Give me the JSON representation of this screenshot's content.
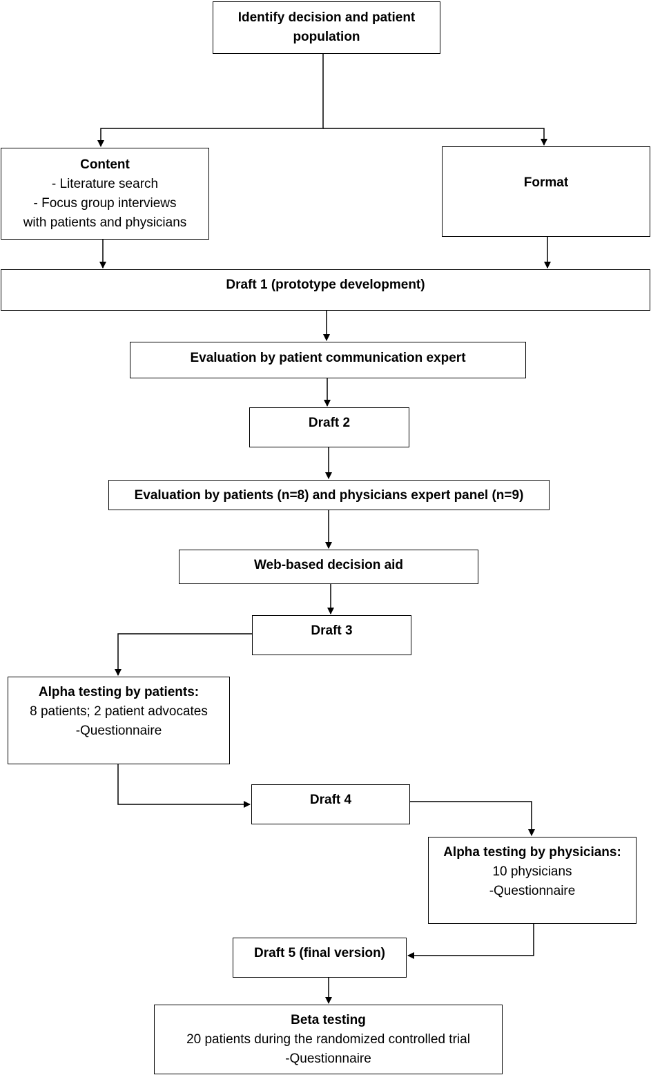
{
  "diagram": {
    "nodes": [
      {
        "id": "identify",
        "title": [
          "Identify decision and patient",
          "population"
        ],
        "lines": []
      },
      {
        "id": "content",
        "title": [
          "Content"
        ],
        "lines": [
          "- Literature search",
          "- Focus group interviews",
          "with patients and physicians"
        ]
      },
      {
        "id": "format",
        "title": [
          "Format"
        ],
        "lines": []
      },
      {
        "id": "draft1",
        "title": [
          "Draft 1 (prototype development)"
        ],
        "lines": []
      },
      {
        "id": "eval-expert",
        "title": [
          "Evaluation by patient communication expert"
        ],
        "lines": []
      },
      {
        "id": "draft2",
        "title": [
          "Draft 2"
        ],
        "lines": []
      },
      {
        "id": "eval-panel",
        "title": [
          "Evaluation by patients (n=8) and physicians expert panel (n=9)"
        ],
        "lines": []
      },
      {
        "id": "web-aid",
        "title": [
          "Web-based decision aid"
        ],
        "lines": []
      },
      {
        "id": "draft3",
        "title": [
          "Draft 3"
        ],
        "lines": []
      },
      {
        "id": "alpha-patients",
        "title": [
          "Alpha testing by patients:"
        ],
        "lines": [
          "8 patients; 2 patient advocates",
          "-Questionnaire"
        ]
      },
      {
        "id": "draft4",
        "title": [
          "Draft 4"
        ],
        "lines": []
      },
      {
        "id": "alpha-physicians",
        "title": [
          "Alpha testing by physicians:"
        ],
        "lines": [
          "10 physicians",
          "-Questionnaire"
        ]
      },
      {
        "id": "draft5",
        "title": [
          "Draft 5 (final version)"
        ],
        "lines": []
      },
      {
        "id": "beta",
        "title": [
          "Beta testing"
        ],
        "lines": [
          "20 patients during the randomized controlled trial",
          "-Questionnaire"
        ]
      }
    ],
    "edges": [
      {
        "from": "identify",
        "to": "content"
      },
      {
        "from": "identify",
        "to": "format"
      },
      {
        "from": "content",
        "to": "draft1"
      },
      {
        "from": "format",
        "to": "draft1"
      },
      {
        "from": "draft1",
        "to": "eval-expert"
      },
      {
        "from": "eval-expert",
        "to": "draft2"
      },
      {
        "from": "draft2",
        "to": "eval-panel"
      },
      {
        "from": "eval-panel",
        "to": "web-aid"
      },
      {
        "from": "web-aid",
        "to": "draft3"
      },
      {
        "from": "draft3",
        "to": "alpha-patients"
      },
      {
        "from": "alpha-patients",
        "to": "draft4"
      },
      {
        "from": "draft4",
        "to": "alpha-physicians"
      },
      {
        "from": "alpha-physicians",
        "to": "draft5"
      },
      {
        "from": "draft5",
        "to": "beta"
      }
    ]
  }
}
